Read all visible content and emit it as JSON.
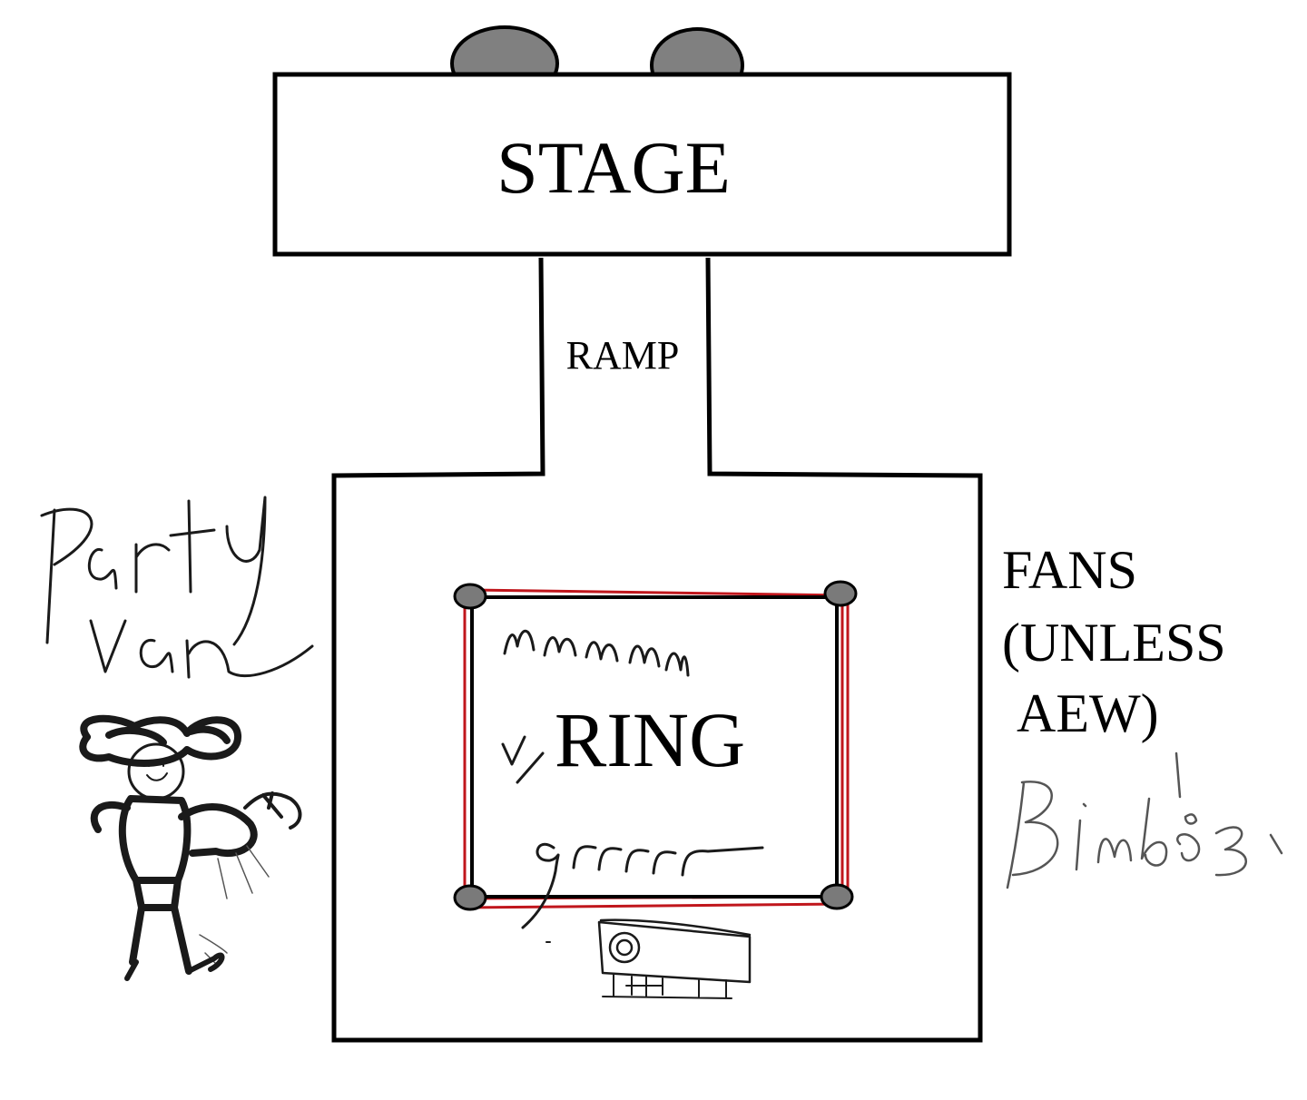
{
  "labels": {
    "stage": "STAGE",
    "ramp": "RAMP",
    "ring": "RING",
    "fans_line1": "FANS",
    "fans_line2": "(UNLESS",
    "fans_line3": "AEW)"
  },
  "handwriting": {
    "party": "Party",
    "van": "van",
    "mmm": "mmm",
    "grrrr": "grrrr",
    "bimbos": "Bimbos"
  },
  "colors": {
    "outline": "#000000",
    "ring_ropes": "#c0161c",
    "speaker": "#808080",
    "turnbuckle": "#7a7a7a"
  },
  "icons": {
    "speakers": "speaker-icon",
    "turnbuckles": "turnbuckle-icon",
    "camera": "camera-icon",
    "figure": "party-figure-icon"
  }
}
